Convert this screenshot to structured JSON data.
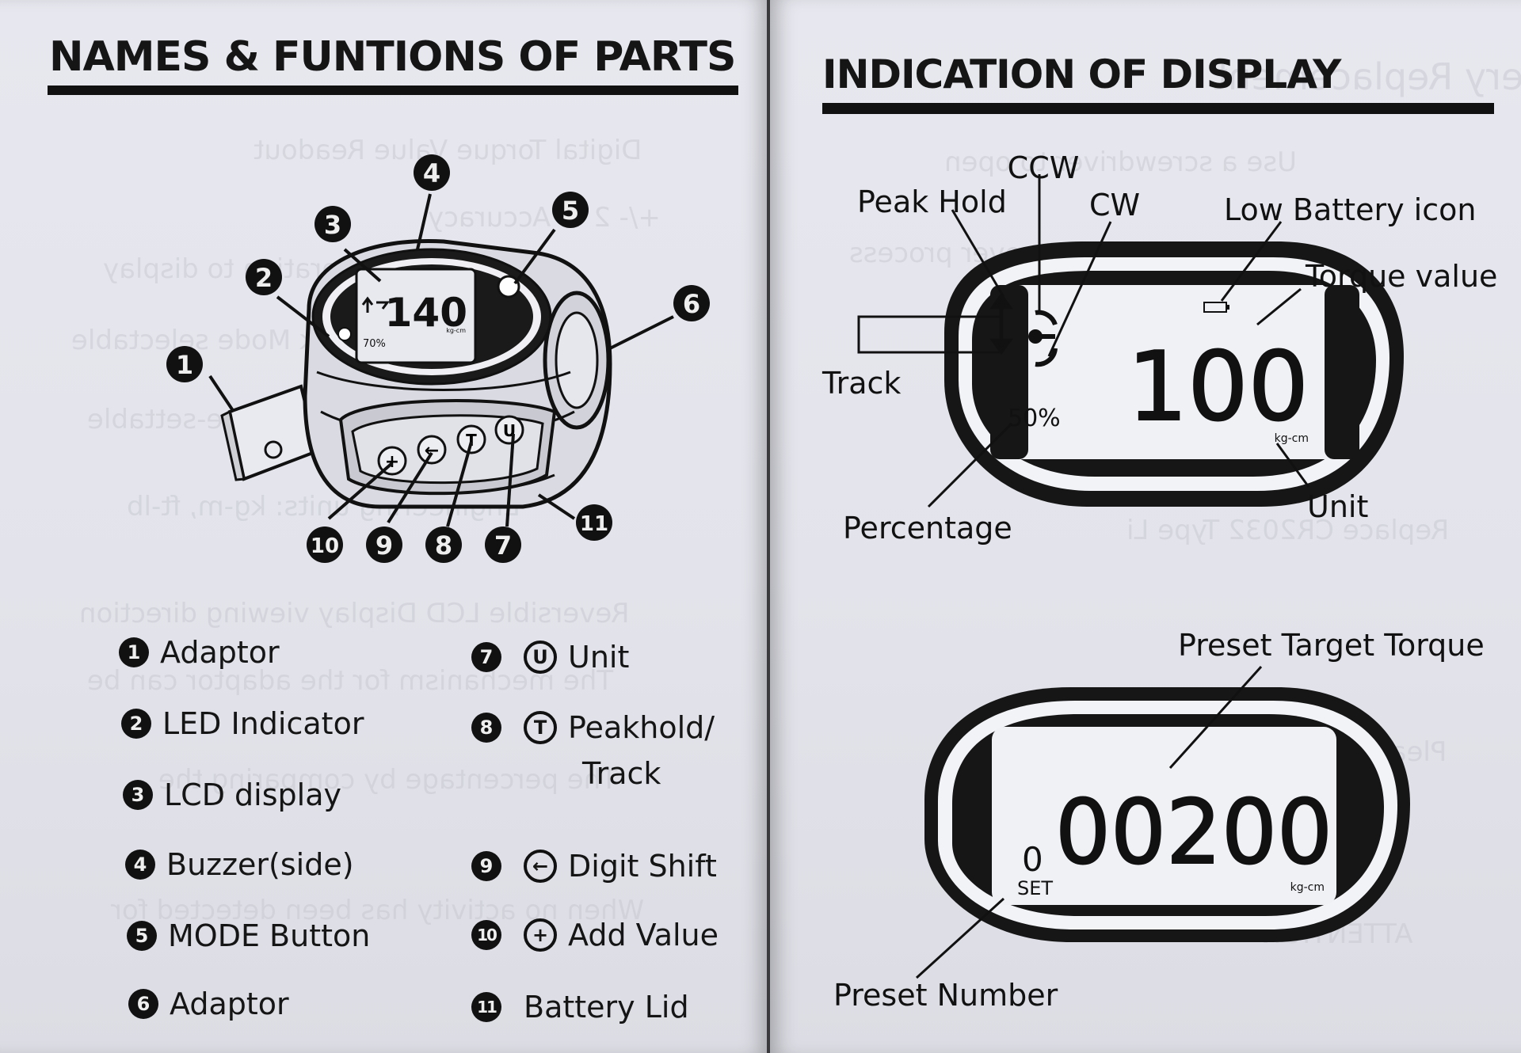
{
  "left_page": {
    "heading": "NAMES & FUNTIONS OF PARTS",
    "diagram": {
      "lcd_value": "140",
      "lcd_unit": "kg-cm",
      "lcd_percent": "70%",
      "callouts": [
        "1",
        "2",
        "3",
        "4",
        "5",
        "6",
        "7",
        "8",
        "9",
        "10",
        "11"
      ],
      "button_symbols": [
        "+",
        "←",
        "T",
        "U"
      ]
    },
    "parts": [
      {
        "num": "1",
        "label": "Adaptor"
      },
      {
        "num": "2",
        "label": "LED Indicator"
      },
      {
        "num": "3",
        "label": "LCD display"
      },
      {
        "num": "4",
        "label": "Buzzer(side)"
      },
      {
        "num": "5",
        "label": "MODE Button"
      },
      {
        "num": "6",
        "label": "Adaptor"
      },
      {
        "num": "7",
        "icon": "U",
        "label": "Unit"
      },
      {
        "num": "8",
        "icon": "T",
        "label": "Peakhold/",
        "label_line2": "Track"
      },
      {
        "num": "9",
        "icon": "←",
        "label": "Digit Shift"
      },
      {
        "num": "10",
        "icon": "+",
        "label": "Add Value"
      },
      {
        "num": "11",
        "label": "Battery Lid"
      }
    ]
  },
  "right_page": {
    "heading": "INDICATION OF DISPLAY",
    "display1": {
      "labels": {
        "ccw": "CCW",
        "peak_hold": "Peak Hold",
        "cw": "CW",
        "low_battery": "Low Battery icon",
        "torque_value": "Torque value",
        "track": "Track",
        "unit": "Unit",
        "percentage": "Percentage"
      },
      "value": "100",
      "percent": "50%",
      "unit": "kg-cm"
    },
    "display2": {
      "labels": {
        "preset_target": "Preset Target Torque",
        "preset_number": "Preset Number"
      },
      "value": "00200",
      "preset_num": "0",
      "set_label": "SET",
      "unit": "kg-cm"
    }
  }
}
